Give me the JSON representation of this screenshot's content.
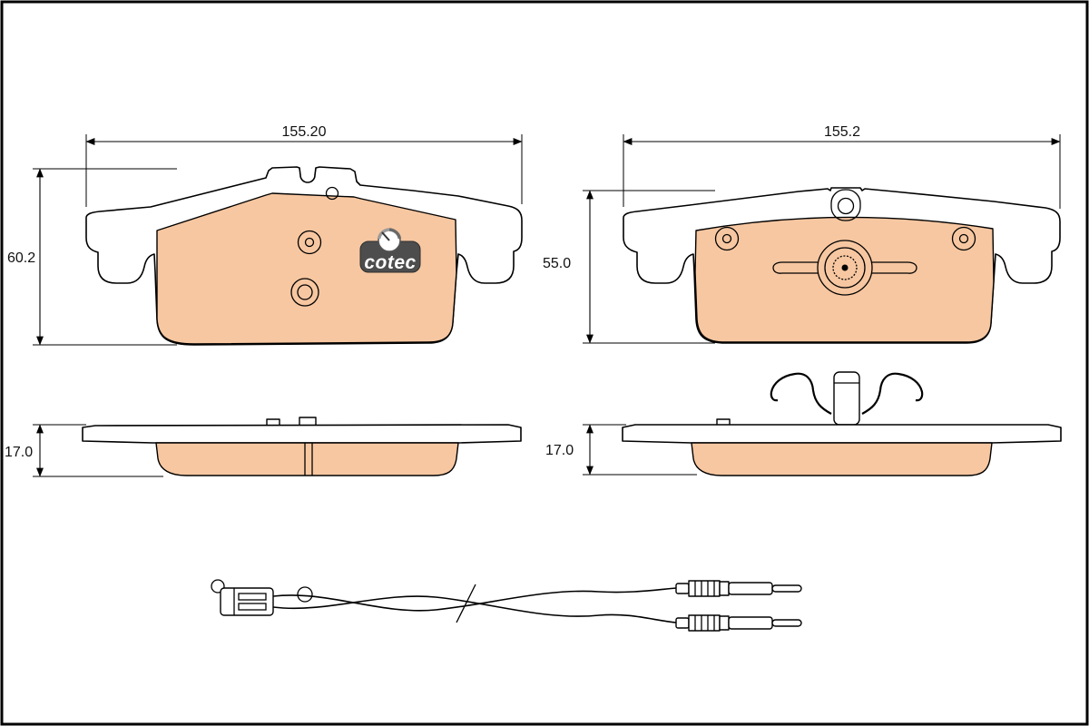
{
  "diagram": {
    "brand_logo": "cotec",
    "dimensions": {
      "front_left_width": "155.20",
      "front_left_height": "60.2",
      "front_right_width": "155.2",
      "front_right_height": "55.0",
      "side_left_thickness": "17.0",
      "side_right_thickness": "17.0"
    },
    "colors": {
      "friction_material": "#f7c7a1",
      "outline": "#000000",
      "logo_background": "#4d4d4d",
      "background": "#ffffff"
    }
  }
}
